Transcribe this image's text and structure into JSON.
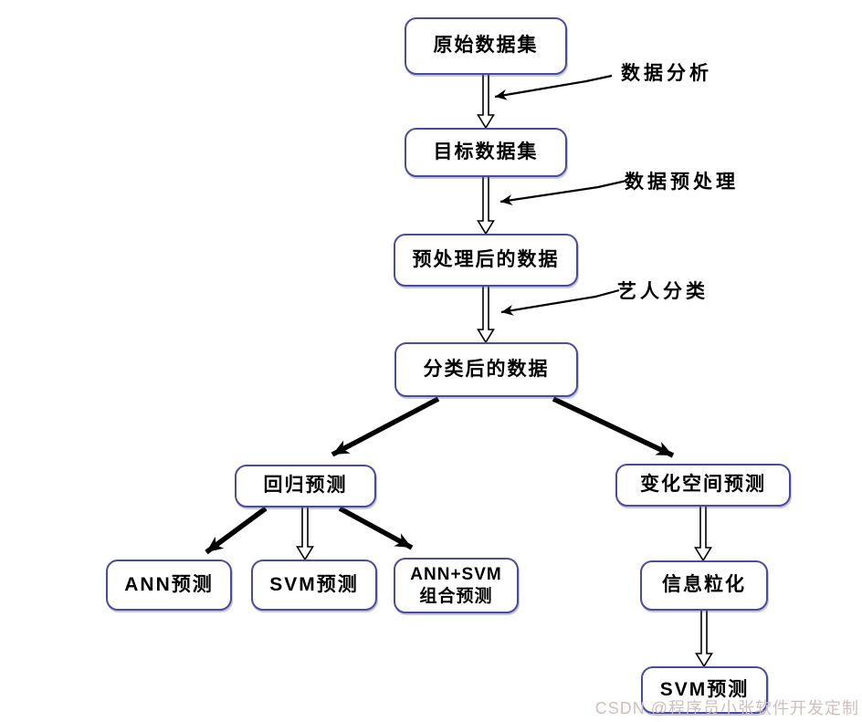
{
  "diagram": {
    "nodes": {
      "original_dataset": "原始数据集",
      "target_dataset": "目标数据集",
      "preprocessed_data": "预处理后的数据",
      "classified_data": "分类后的数据",
      "regression_prediction": "回归预测",
      "variation_space_prediction": "变化空间预测",
      "ann_prediction": "ANN预测",
      "svm_prediction": "SVM预测",
      "ann_svm_combined": {
        "line1": "ANN+SVM",
        "line2": "组合预测"
      },
      "information_granulation": "信息粒化",
      "svm_prediction_final": "SVM预测"
    },
    "edge_annotations": {
      "data_analysis": "数据分析",
      "data_preprocessing": "数据预处理",
      "artist_classification": "艺人分类"
    },
    "watermark": "CSDN @程序员小张软件开发定制",
    "colors": {
      "box_border": "#4a4a9e",
      "arrow": "#000000",
      "watermark_text": "#cdbfbf",
      "background": "#ffffff"
    }
  }
}
